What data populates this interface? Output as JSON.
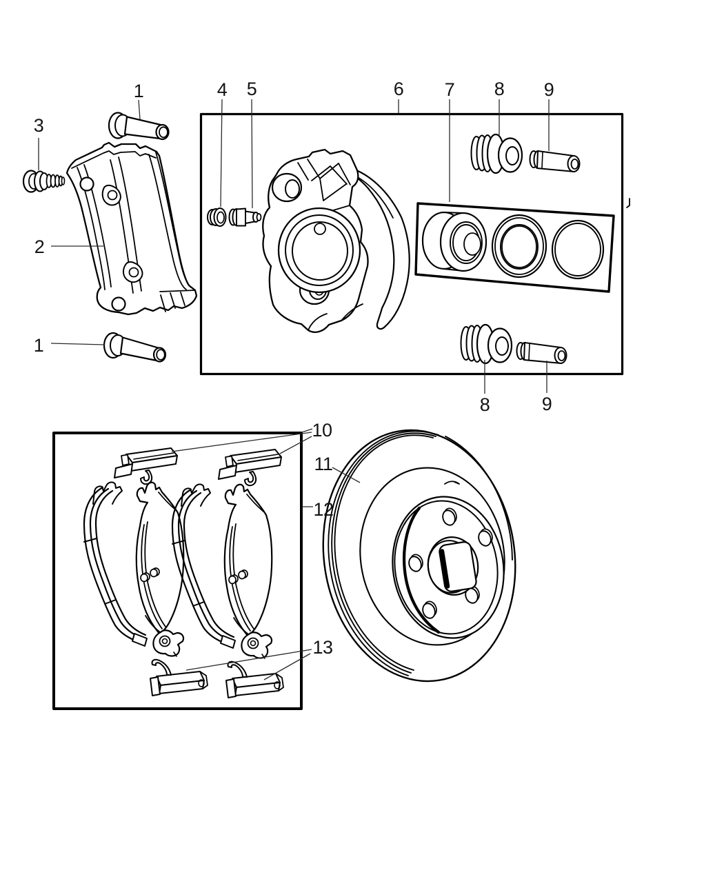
{
  "figure": {
    "kind": "exploded brake parts diagram",
    "colors": {
      "background": "#ffffff",
      "line": "#000000",
      "text": "#141414"
    }
  },
  "callouts": [
    {
      "id": "c1-upper",
      "label": "1"
    },
    {
      "id": "c3",
      "label": "3"
    },
    {
      "id": "c2",
      "label": "2"
    },
    {
      "id": "c1-lower",
      "label": "1"
    },
    {
      "id": "c4",
      "label": "4"
    },
    {
      "id": "c5",
      "label": "5"
    },
    {
      "id": "c6",
      "label": "6"
    },
    {
      "id": "c7",
      "label": "7"
    },
    {
      "id": "c8-upper",
      "label": "8"
    },
    {
      "id": "c9-upper",
      "label": "9"
    },
    {
      "id": "c8-lower",
      "label": "8"
    },
    {
      "id": "c9-lower",
      "label": "9"
    },
    {
      "id": "c10",
      "label": "10"
    },
    {
      "id": "c11",
      "label": "11"
    },
    {
      "id": "c12",
      "label": "12"
    },
    {
      "id": "c13",
      "label": "13"
    }
  ]
}
